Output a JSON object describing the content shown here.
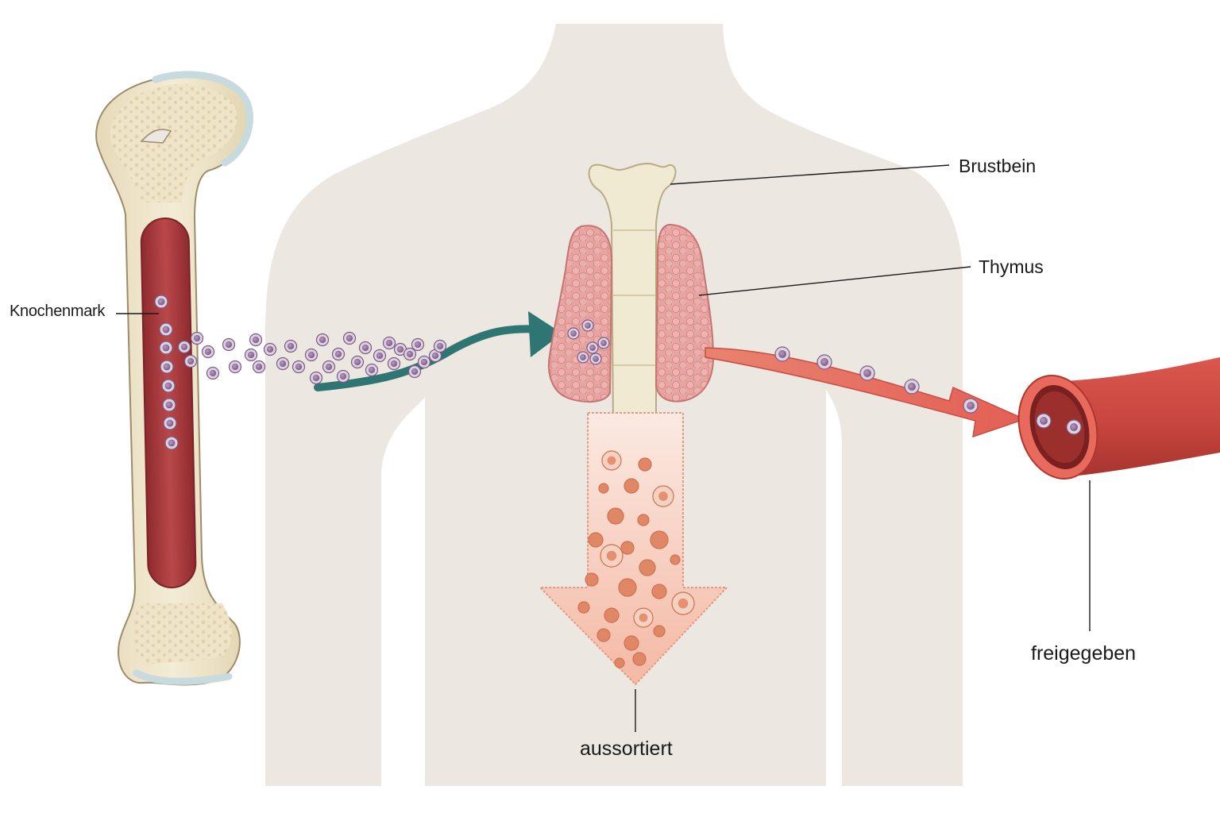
{
  "labels": {
    "knochenmark": "Knochenmark",
    "brustbein": "Brustbein",
    "thymus": "Thymus",
    "freigegeben": "freigegeben",
    "aussortiert": "aussortiert"
  },
  "colors": {
    "background": "#ffffff",
    "body_silhouette": "#ece8e1",
    "bone": "#efe6cf",
    "bone_outline": "#a89a7a",
    "cartilage": "#cfdde0",
    "marrow": "#a8383a",
    "cell": "#7d5a86",
    "thymus": "#e49a98",
    "sternum": "#f1ead2",
    "teal_arrow": "#2f7574",
    "red_arrow": "#e06a5c",
    "down_arrow": "#f6c8b6",
    "vessel": "#cf4f45"
  }
}
